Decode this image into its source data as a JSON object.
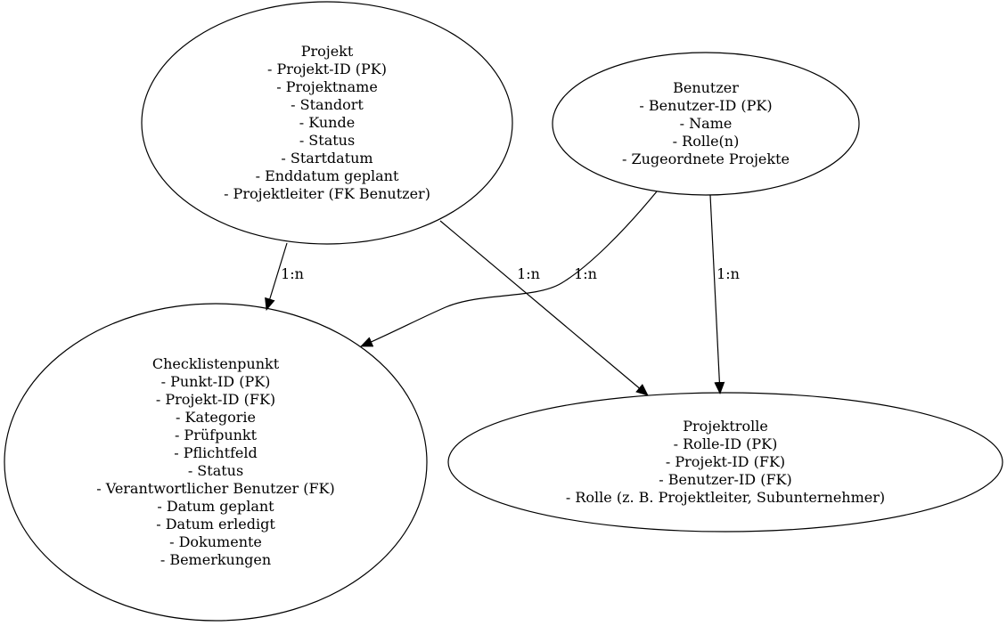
{
  "diagram": {
    "nodes": {
      "projekt": {
        "title": "Projekt",
        "lines": [
          "- Projekt-ID (PK)",
          "- Projektname",
          "- Standort",
          "- Kunde",
          "- Status",
          "- Startdatum",
          "- Enddatum geplant",
          "- Projektleiter (FK Benutzer)"
        ]
      },
      "benutzer": {
        "title": "Benutzer",
        "lines": [
          "- Benutzer-ID (PK)",
          "- Name",
          "- Rolle(n)",
          "- Zugeordnete Projekte"
        ]
      },
      "checklistenpunkt": {
        "title": "Checklistenpunkt",
        "lines": [
          "- Punkt-ID (PK)",
          "- Projekt-ID (FK)",
          "- Kategorie",
          "- Prüfpunkt",
          "- Pflichtfeld",
          "- Status",
          "- Verantwortlicher Benutzer (FK)",
          "- Datum geplant",
          "- Datum erledigt",
          "- Dokumente",
          "- Bemerkungen"
        ]
      },
      "projektrolle": {
        "title": "Projektrolle",
        "lines": [
          "- Rolle-ID (PK)",
          "- Projekt-ID (FK)",
          "- Benutzer-ID (FK)",
          "- Rolle (z. B. Projektleiter, Subunternehmer)"
        ]
      }
    },
    "edges": {
      "projekt_checklistenpunkt": "1:n",
      "projekt_projektrolle": "1:n",
      "benutzer_checklistenpunkt": "1:n",
      "benutzer_projektrolle": "1:n"
    }
  }
}
